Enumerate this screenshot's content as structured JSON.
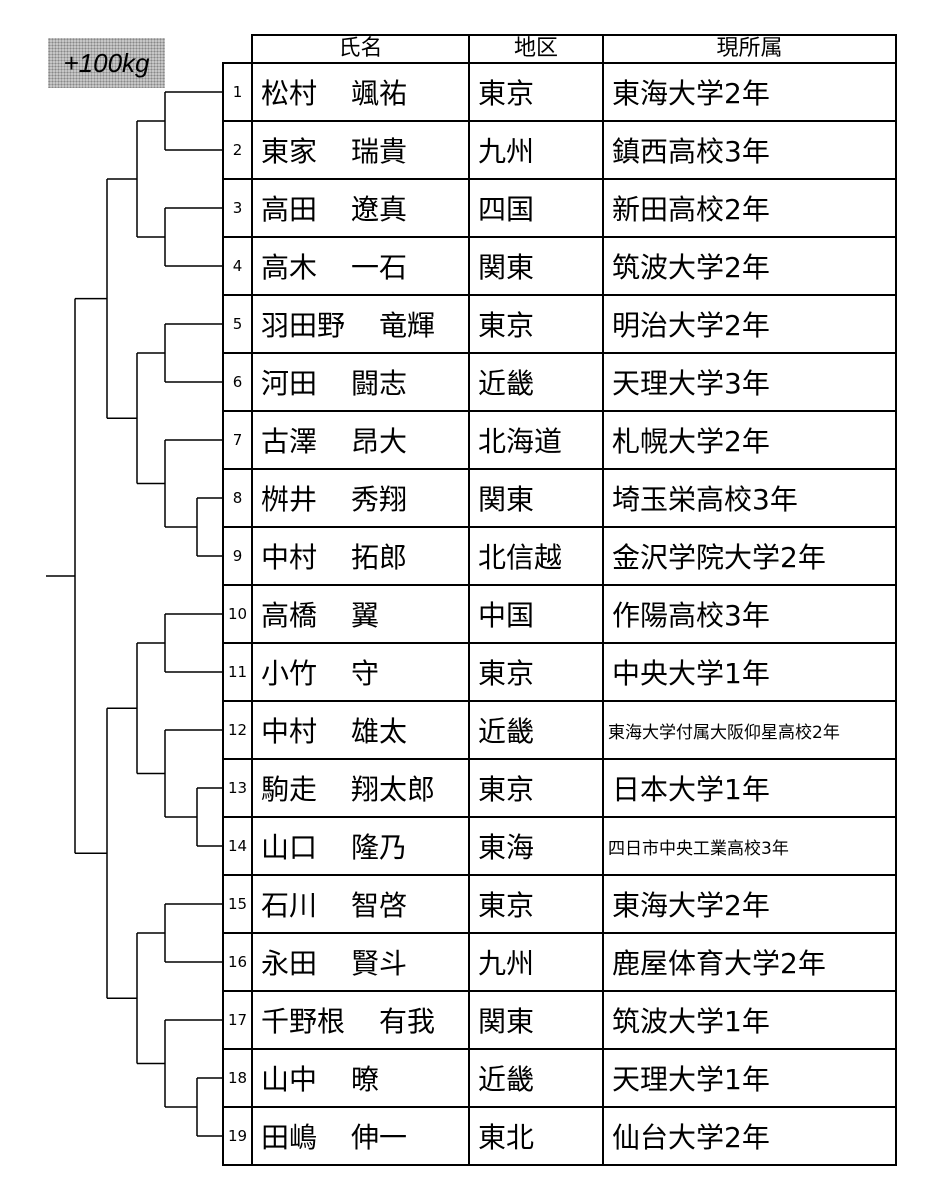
{
  "weight_class": "+100kg",
  "headers": {
    "no": "",
    "name": "氏名",
    "region": "地区",
    "affiliation": "現所属"
  },
  "entries": [
    {
      "no": "1",
      "family": "松村",
      "given": "颯祐",
      "region": "東京",
      "affiliation": "東海大学2年"
    },
    {
      "no": "2",
      "family": "東家",
      "given": "瑞貴",
      "region": "九州",
      "affiliation": "鎮西高校3年"
    },
    {
      "no": "3",
      "family": "高田",
      "given": "遼真",
      "region": "四国",
      "affiliation": "新田高校2年"
    },
    {
      "no": "4",
      "family": "高木",
      "given": "一石",
      "region": "関東",
      "affiliation": "筑波大学2年"
    },
    {
      "no": "5",
      "family": "羽田野",
      "given": "竜輝",
      "region": "東京",
      "affiliation": "明治大学2年"
    },
    {
      "no": "6",
      "family": "河田",
      "given": "闘志",
      "region": "近畿",
      "affiliation": "天理大学3年"
    },
    {
      "no": "7",
      "family": "古澤",
      "given": "昂大",
      "region": "北海道",
      "affiliation": "札幌大学2年"
    },
    {
      "no": "8",
      "family": "桝井",
      "given": "秀翔",
      "region": "関東",
      "affiliation": "埼玉栄高校3年"
    },
    {
      "no": "9",
      "family": "中村",
      "given": "拓郎",
      "region": "北信越",
      "affiliation": "金沢学院大学2年"
    },
    {
      "no": "10",
      "family": "高橋",
      "given": "翼",
      "region": "中国",
      "affiliation": "作陽高校3年"
    },
    {
      "no": "11",
      "family": "小竹",
      "given": "守",
      "region": "東京",
      "affiliation": "中央大学1年"
    },
    {
      "no": "12",
      "family": "中村",
      "given": "雄太",
      "region": "近畿",
      "affiliation": "東海大学付属大阪仰星高校2年",
      "small": true
    },
    {
      "no": "13",
      "family": "駒走",
      "given": "翔太郎",
      "region": "東京",
      "affiliation": "日本大学1年"
    },
    {
      "no": "14",
      "family": "山口",
      "given": "隆乃",
      "region": "東海",
      "affiliation": "四日市中央工業高校3年",
      "small": true
    },
    {
      "no": "15",
      "family": "石川",
      "given": "智啓",
      "region": "東京",
      "affiliation": "東海大学2年"
    },
    {
      "no": "16",
      "family": "永田",
      "given": "賢斗",
      "region": "九州",
      "affiliation": "鹿屋体育大学2年"
    },
    {
      "no": "17",
      "family": "千野根",
      "given": "有我",
      "region": "関東",
      "affiliation": "筑波大学1年"
    },
    {
      "no": "18",
      "family": "山中",
      "given": "暸",
      "region": "近畿",
      "affiliation": "天理大学1年"
    },
    {
      "no": "19",
      "family": "田嶋",
      "given": "伸一",
      "region": "東北",
      "affiliation": "仙台大学2年"
    }
  ]
}
